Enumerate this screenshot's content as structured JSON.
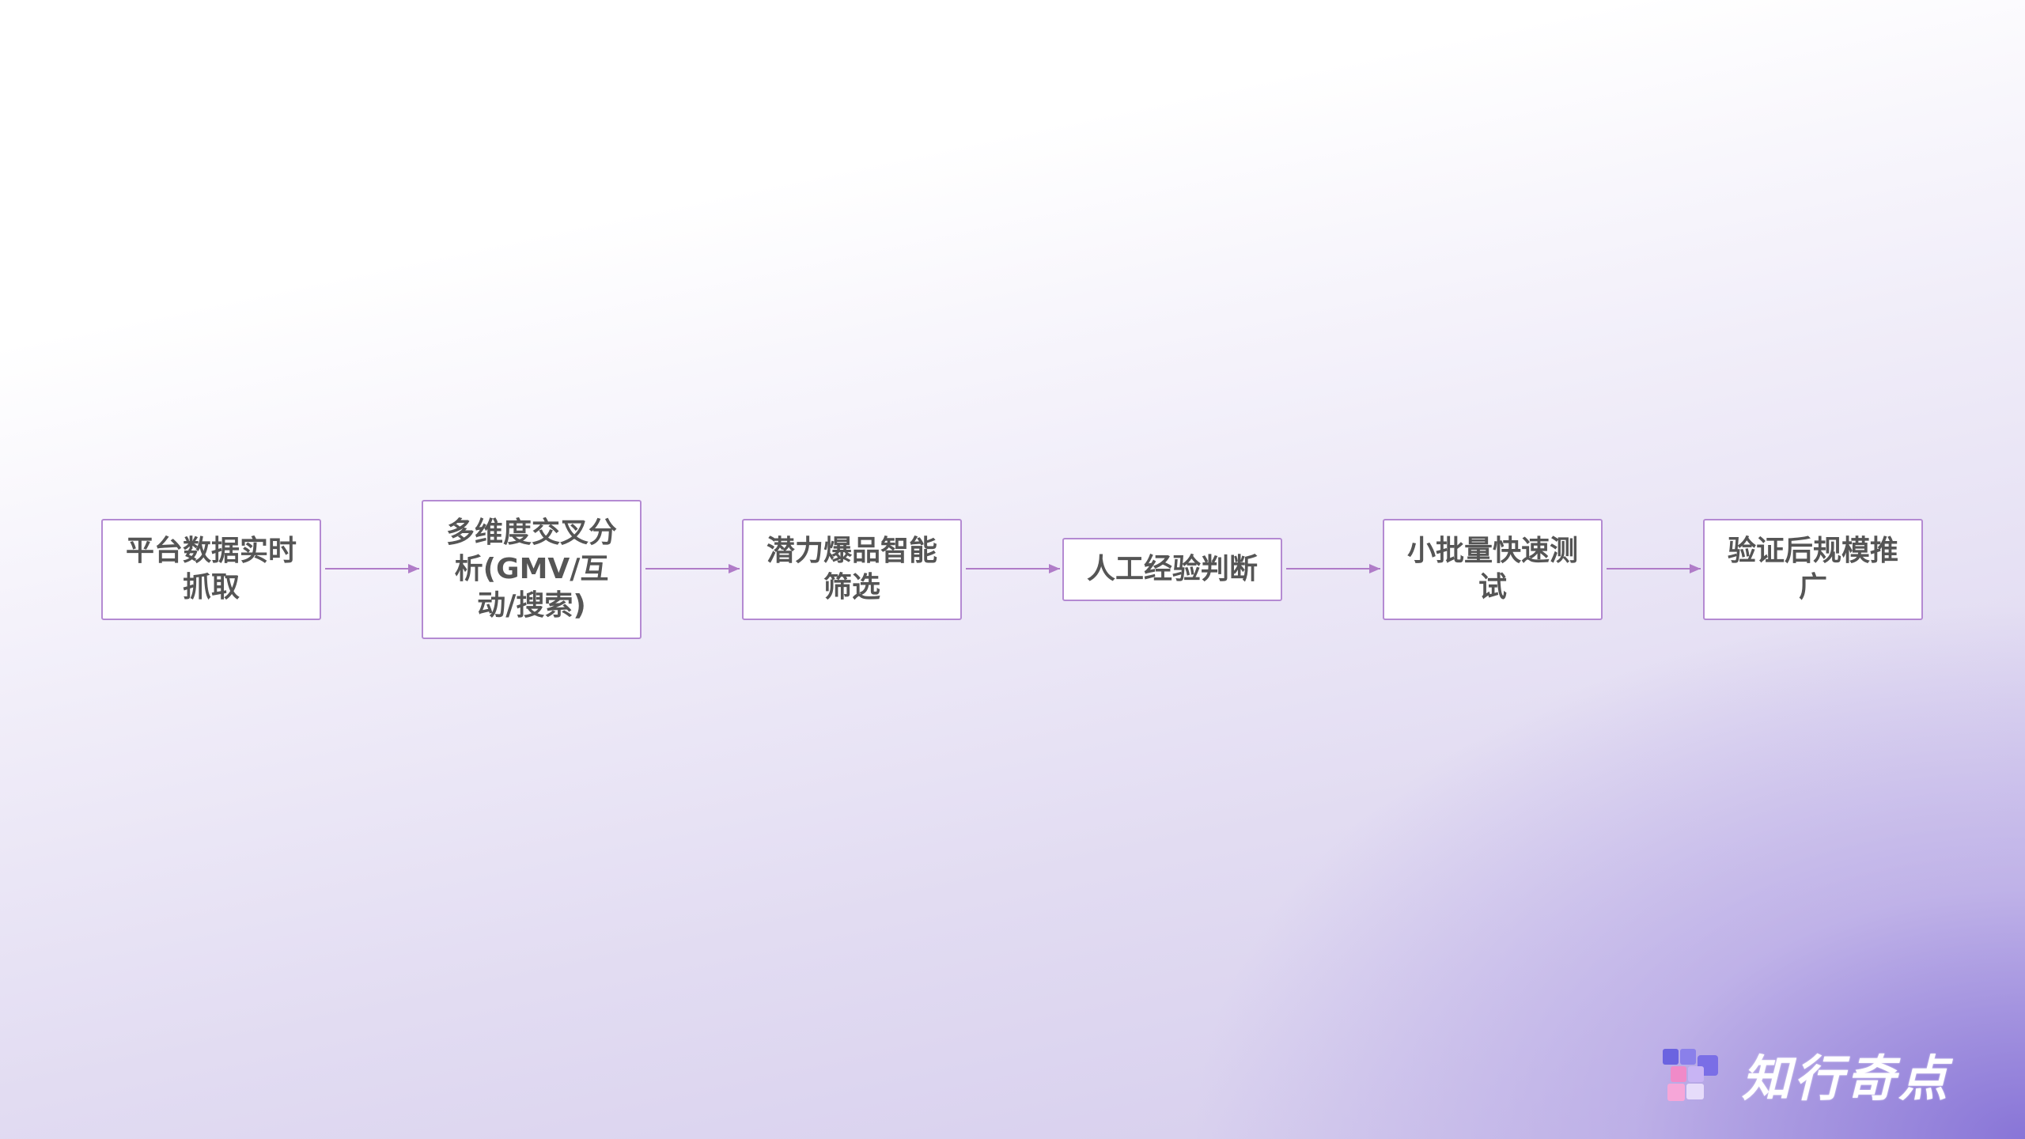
{
  "flow": {
    "steps": [
      {
        "label": "平台数据实时抓取"
      },
      {
        "label": "多维度交叉分析(GMV/互动/搜索)"
      },
      {
        "label": "潜力爆品智能筛选"
      },
      {
        "label": "人工经验判断"
      },
      {
        "label": "小批量快速测试"
      },
      {
        "label": "验证后规模推广"
      }
    ]
  },
  "brand": {
    "logo_text": "知行奇点",
    "logo_icon": "brand-squares-icon"
  },
  "colors": {
    "box_border": "#b48ad2",
    "box_text": "#555555",
    "arrow": "#b07cc8",
    "logo_purple": "#6b63e0",
    "logo_pink": "#f08ac8"
  }
}
